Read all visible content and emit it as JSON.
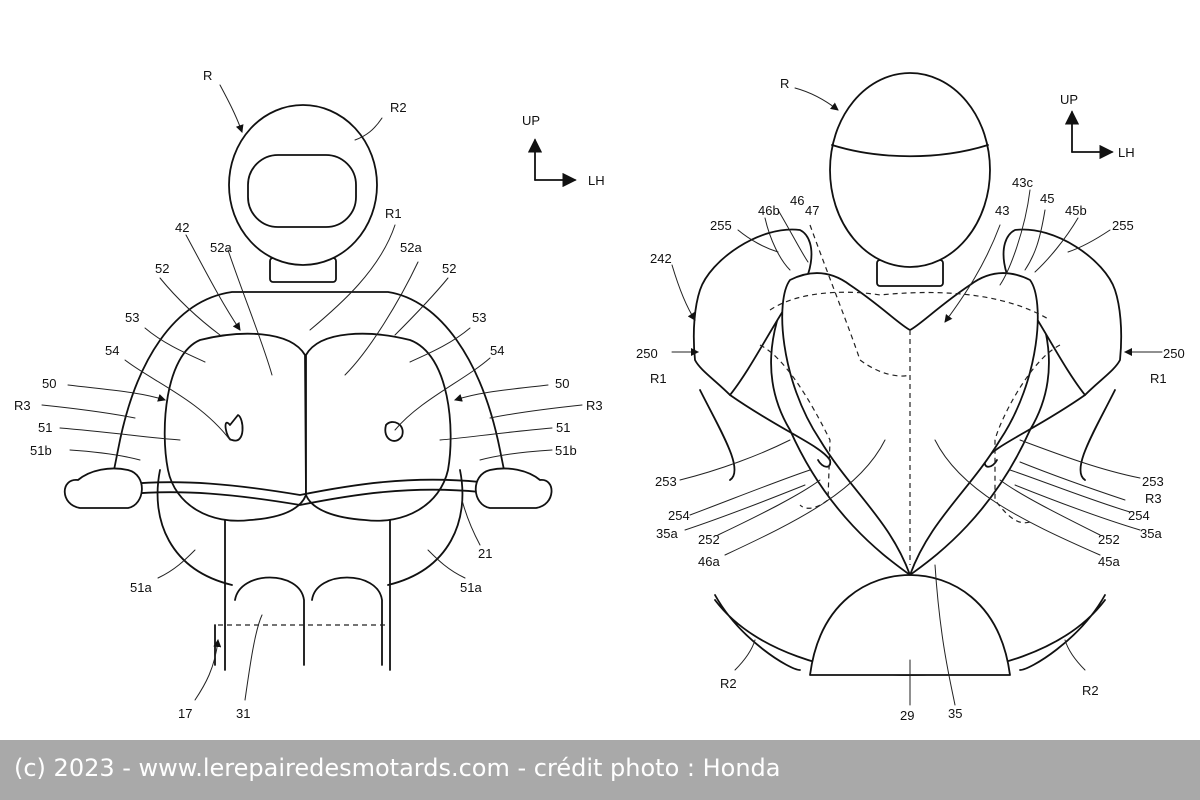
{
  "left_figure": {
    "labels": {
      "R": "R",
      "R2": "R2",
      "R1": "R1",
      "42": "42",
      "52a_l": "52a",
      "52a_r": "52a",
      "52_l": "52",
      "52_r": "52",
      "53_l": "53",
      "53_r": "53",
      "54_l": "54",
      "54_r": "54",
      "50_l": "50",
      "50_r": "50",
      "R3_l": "R3",
      "R3_r": "R3",
      "51_l": "51",
      "51_r": "51",
      "51b_l": "51b",
      "51b_r": "51b",
      "21": "21",
      "51a_l": "51a",
      "51a_r": "51a",
      "17": "17",
      "31": "31"
    },
    "axis": {
      "up": "UP",
      "lh": "LH"
    }
  },
  "right_figure": {
    "labels": {
      "R": "R",
      "43c": "43c",
      "43": "43",
      "45": "45",
      "45b": "45b",
      "46b": "46b",
      "46": "46",
      "47": "47",
      "255_l": "255",
      "255_r": "255",
      "242": "242",
      "250_l": "250",
      "250_r": "250",
      "R1_l": "R1",
      "R1_r": "R1",
      "253_l": "253",
      "253_r": "253",
      "R3": "R3",
      "254_l": "254",
      "254_r": "254",
      "252_l": "252",
      "252_r": "252",
      "35a_l": "35a",
      "35a_r": "35a",
      "46a": "46a",
      "45a": "45a",
      "R2_l": "R2",
      "R2_r": "R2",
      "29": "29",
      "35": "35"
    },
    "axis": {
      "up": "UP",
      "lh": "LH"
    }
  },
  "credit": "(c) 2023 - www.lerepairedesmotards.com - crédit photo : Honda"
}
